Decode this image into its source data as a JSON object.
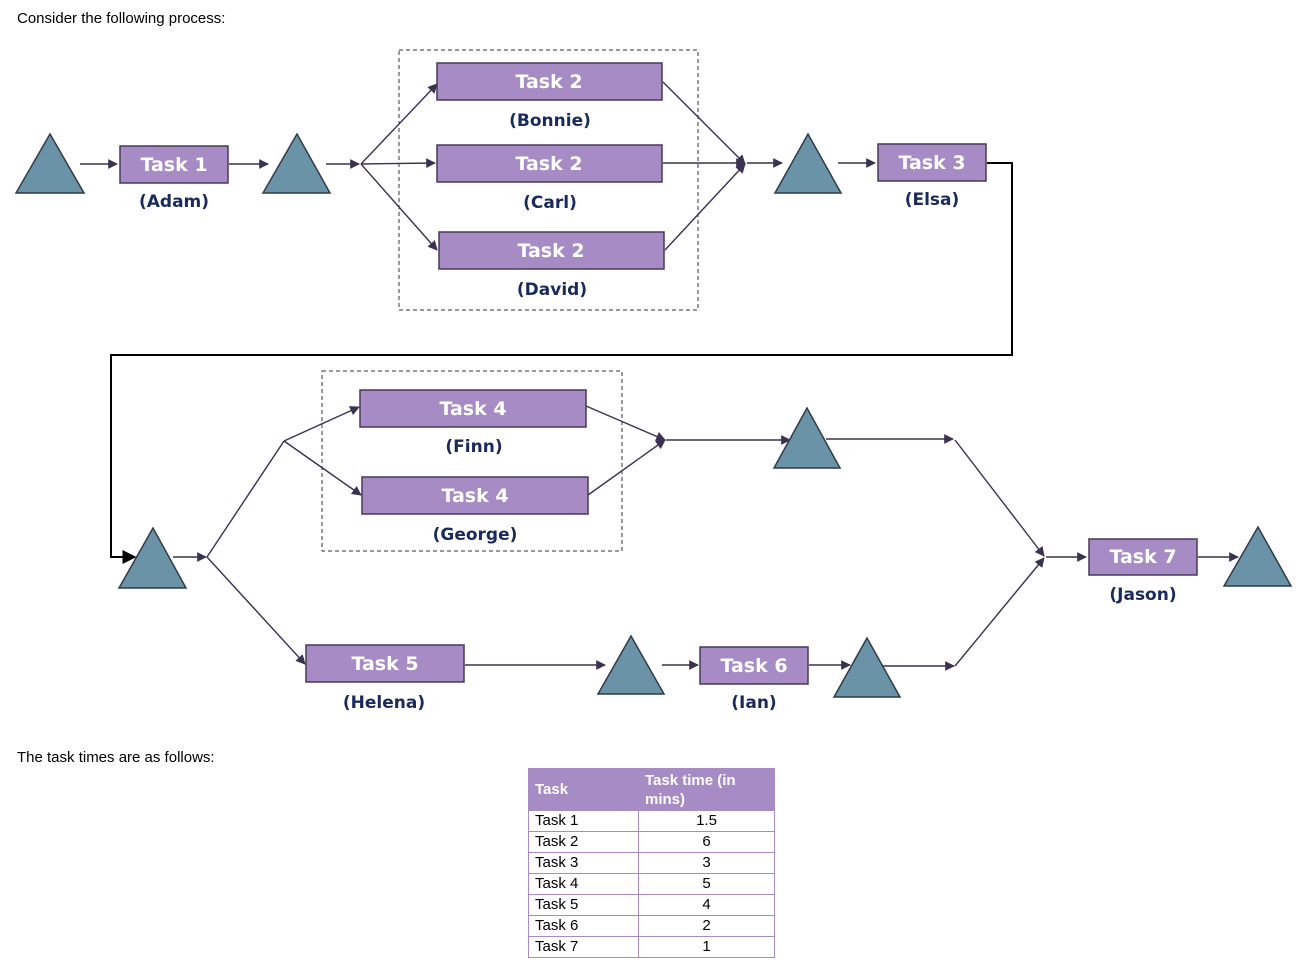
{
  "captions": {
    "intro": "Consider the following process:",
    "times_intro": "The task times are as follows:"
  },
  "colors": {
    "task_fill": "#a78bc5",
    "buffer_fill": "#6b93a8",
    "worker_text": "#1a2a5a"
  },
  "icons": {
    "buffer": "triangle-icon"
  },
  "tasks": [
    {
      "label": "Task 1",
      "worker": "(Adam)"
    },
    {
      "label": "Task 2",
      "worker": "(Bonnie)"
    },
    {
      "label": "Task 2",
      "worker": "(Carl)"
    },
    {
      "label": "Task 2",
      "worker": "(David)"
    },
    {
      "label": "Task 3",
      "worker": "(Elsa)"
    },
    {
      "label": "Task 4",
      "worker": "(Finn)"
    },
    {
      "label": "Task 4",
      "worker": "(George)"
    },
    {
      "label": "Task 5",
      "worker": "(Helena)"
    },
    {
      "label": "Task 6",
      "worker": "(Ian)"
    },
    {
      "label": "Task 7",
      "worker": "(Jason)"
    }
  ],
  "table": {
    "headers": [
      "Task",
      "Task time (in mins)"
    ],
    "rows": [
      [
        "Task 1",
        "1.5"
      ],
      [
        "Task 2",
        "6"
      ],
      [
        "Task 3",
        "3"
      ],
      [
        "Task 4",
        "5"
      ],
      [
        "Task 5",
        "4"
      ],
      [
        "Task 6",
        "2"
      ],
      [
        "Task 7",
        "1"
      ]
    ]
  }
}
